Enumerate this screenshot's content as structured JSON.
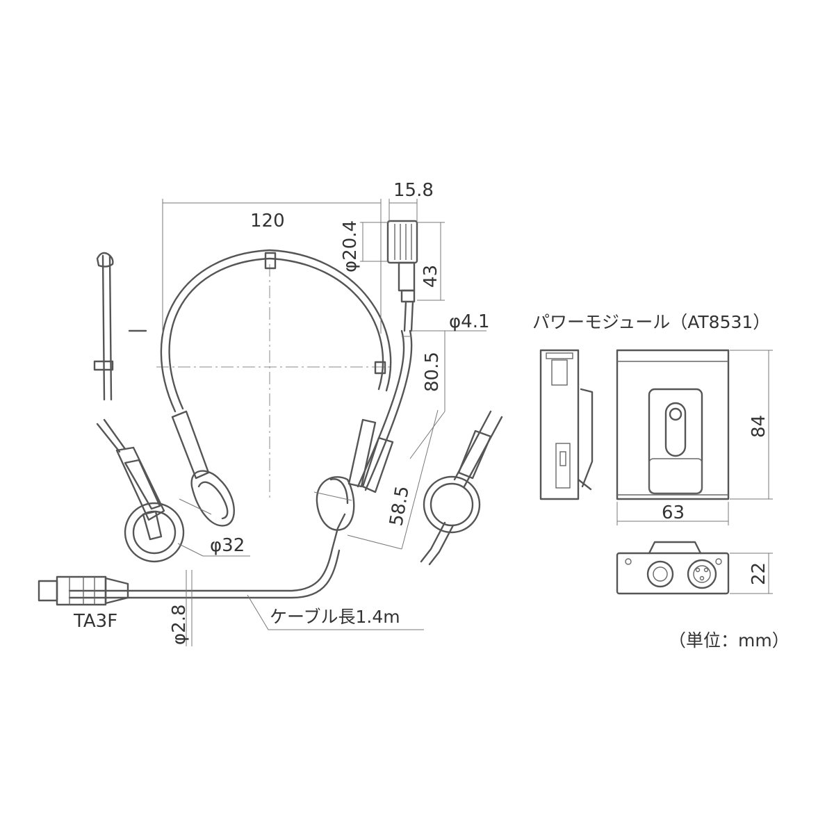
{
  "dimensions": {
    "headband_width": "120",
    "mic_length": "15.8",
    "mic_diameter": "φ20.4",
    "mic_capsule_height": "43",
    "boom_diameter": "φ4.1",
    "boom_length_upper": "80.5",
    "boom_length_lower": "58.5",
    "earpad_diameter": "φ32",
    "cable_diameter": "φ2.8",
    "cable_length": "ケーブル長1.4m",
    "connector": "TA3F"
  },
  "power_module": {
    "title": "パワーモジュール（AT8531）",
    "height": "84",
    "width": "63",
    "depth": "22"
  },
  "unit_note": "（単位：mm）"
}
